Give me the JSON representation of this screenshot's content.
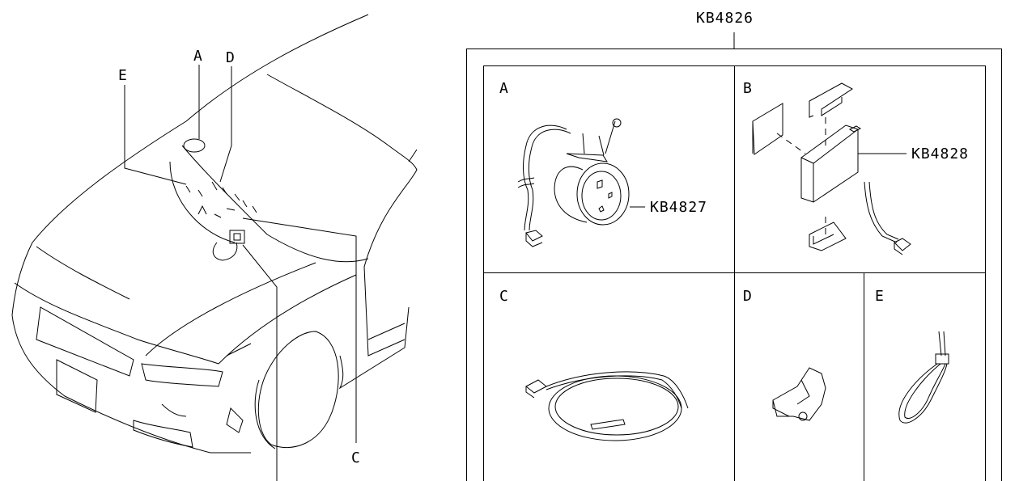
{
  "kit_part_number": "KB4826",
  "vehicle_callouts": {
    "a": "A",
    "d": "D",
    "e": "E",
    "c": "C"
  },
  "panels": [
    {
      "letter": "A",
      "part_number": "KB4827"
    },
    {
      "letter": "B",
      "part_number": "KB4828"
    },
    {
      "letter": "C"
    },
    {
      "letter": "D"
    },
    {
      "letter": "E"
    }
  ]
}
